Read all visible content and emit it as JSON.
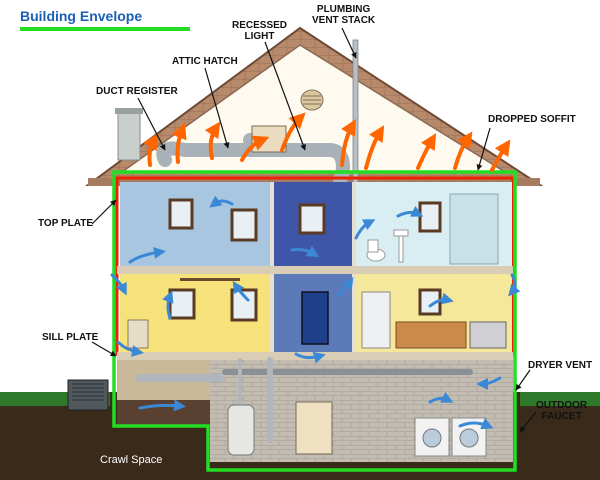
{
  "title": "Building Envelope",
  "labels": {
    "attic_hatch": "ATTIC HATCH",
    "duct_register": "DUCT REGISTER",
    "recessed_light": "RECESSED\nLIGHT",
    "plumbing_vent_stack": "PLUMBING\nVENT STACK",
    "dropped_soffit": "DROPPED SOFFIT",
    "top_plate": "TOP PLATE",
    "sill_plate": "SILL PLATE",
    "dryer_vent": "DRYER VENT",
    "outdoor_faucet": "OUTDOOR\nFAUCET",
    "crawl_space": "Crawl Space"
  },
  "colors": {
    "envelope_outline": "#22dd22",
    "thermal_boundary": "#ee2200",
    "air_leak_arrow": "#ff6600",
    "air_flow_arrow": "#3a88d6",
    "roof": "#b5866a",
    "gable_wall": "#fffaf0",
    "ground": "#3a2a1a",
    "grass": "#2f7a2a"
  }
}
